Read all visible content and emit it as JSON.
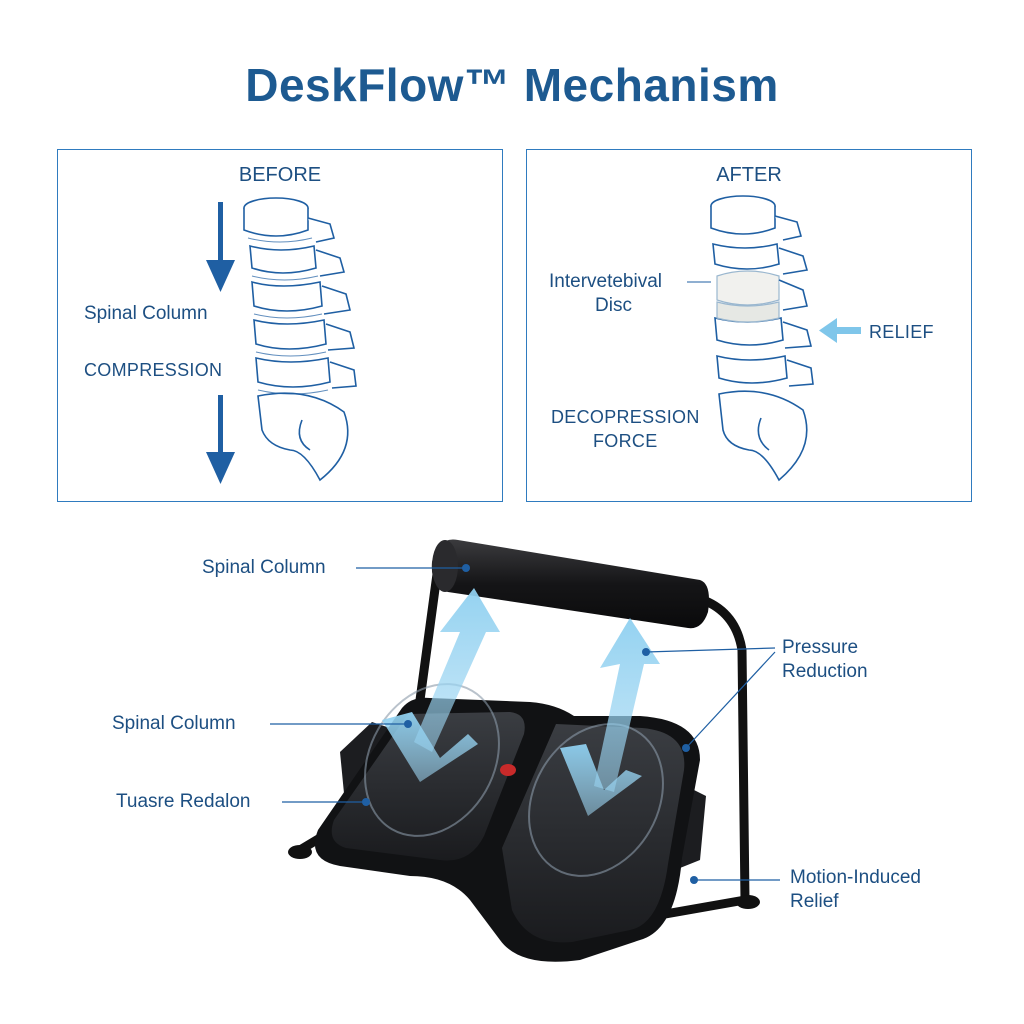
{
  "title": "DeskFlow™ Mechanism",
  "before": {
    "heading": "BEFORE",
    "label_column": "Spinal Column",
    "label_compression": "COMPRESSION"
  },
  "after": {
    "heading": "AFTER",
    "label_disc_line1": "Intervetebival",
    "label_disc_line2": "Disc",
    "label_relief": "RELIEF",
    "label_decompression_line1": "DECOPRESSION",
    "label_decompression_line2": "FORCE"
  },
  "product": {
    "callout_top_left": "Spinal Column",
    "callout_mid_left": "Spinal Column",
    "callout_low_left": "Tuasre Redalon",
    "callout_right_top_line1": "Pressure",
    "callout_right_top_line2": "Reduction",
    "callout_right_bottom_line1": "Motion-Induced",
    "callout_right_bottom_line2": "Relief"
  },
  "colors": {
    "title": "#1d5a91",
    "accent": "#1f5fa3",
    "relief_arrow": "#7fc6ea",
    "frame": "#111111"
  }
}
